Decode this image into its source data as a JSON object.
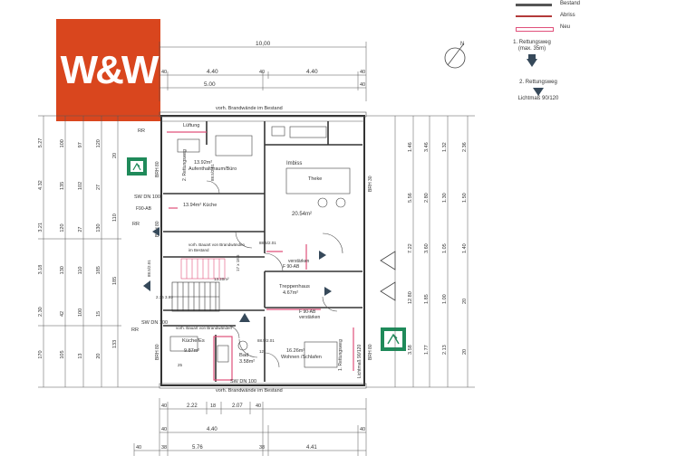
{
  "logo": {
    "text": "W&W",
    "color": "#d9461e"
  },
  "legend": {
    "items": [
      {
        "label": "Bestand",
        "color": "#555555"
      },
      {
        "label": "Abriss",
        "color": "#b33a3a"
      },
      {
        "label": "Neu",
        "color": "#e0507a"
      }
    ],
    "escape1": [
      "1. Rettungsweg",
      "(max. 35m)"
    ],
    "escape2": [
      "2. Rettungsweg",
      "Lichtmaß 90/120"
    ]
  },
  "top_dims": {
    "total": "10,00",
    "d1": "4.40",
    "d2": "4.40",
    "d3": "5.00",
    "e1": "40",
    "e2": "40",
    "e3": "40",
    "e4": "40"
  },
  "bottom_dims": {
    "a1": "2.22",
    "a2": "2.07",
    "a3": "4.40",
    "a4": "4.41",
    "a5": "5.76",
    "b1": "40",
    "b2": "40",
    "b3": "40",
    "b4": "40",
    "b5": "40",
    "b6": "38",
    "b7": "38",
    "b8": "18"
  },
  "left_dims": [
    "5.27",
    "4.32",
    "3.21",
    "3.18",
    "2.30",
    "170",
    "100",
    "135",
    "120",
    "130",
    "42",
    "105",
    "97",
    "102",
    "27",
    "110",
    "100",
    "13",
    "120",
    "27",
    "130",
    "185",
    "15",
    "20",
    "20",
    "110",
    "185",
    "133"
  ],
  "right_dims": [
    "1.46",
    "5.56",
    "7.22",
    "12.80",
    "3.58",
    "3.46",
    "2.80",
    "3.60",
    "1.85",
    "1.77",
    "1.32",
    "1.30",
    "1.05",
    "1.00",
    "2.13",
    "2.36",
    "1.50",
    "1.40",
    "20",
    "20"
  ],
  "walls": {
    "top": "vorh. Brandwände im Bestand",
    "bottom": "vorh. Brandwände im Bestand"
  },
  "rooms": [
    {
      "name": "Lüftung"
    },
    {
      "name": "2. Rettungsweg"
    },
    {
      "name": "13.92m²",
      "sub": "Aufenthaltsraum/Büro"
    },
    {
      "name": "Imbiss"
    },
    {
      "name": "Theke"
    },
    {
      "name": "13.94m² Küche"
    },
    {
      "name": "20.54m²"
    },
    {
      "name": "Treppenhaus",
      "sub": "4.67m²"
    },
    {
      "name": "Küche/Es",
      "sub": "9.87m²"
    },
    {
      "name": "Bad",
      "sub": "3.58m²"
    },
    {
      "name": "16.26m²",
      "sub": "Wohnen /Schlafen"
    },
    {
      "name": "1. Rettungsweg"
    },
    {
      "name": "Lichtmaß 90/120"
    }
  ],
  "labels": {
    "rr1": "RR",
    "rr2": "RR",
    "rr3": "RR",
    "sw1": "SW DN 100",
    "sw2": "SW DN 100",
    "sw3": "SW DN 100",
    "f90_1": "F90-AB",
    "f90_2": "F 90-AB",
    "f90_3": "F 90-AB",
    "f90_4": "verstärken",
    "f90_5": "verstärken",
    "brh1": "BRH 80",
    "brh2": "BRH 80",
    "brh3": "BRH 80",
    "brh4": "BRH 30",
    "brh5": "BRH 80",
    "door1": "88.5/2.01",
    "door2": "88.5/2.01",
    "door3": "88.5/2.01",
    "door4": "88.5/2.01",
    "bau1": "vorh. Bauart von Brandwänden",
    "bau2": "im Bestand",
    "bau3": "vorh. Bauart von Brandwänden",
    "stair1": "2.36 3.99",
    "stair2": "13.20m²",
    "stair3": "17 x 18.5",
    "dim_12": "12",
    "dim_25": "25",
    "north": "N"
  }
}
